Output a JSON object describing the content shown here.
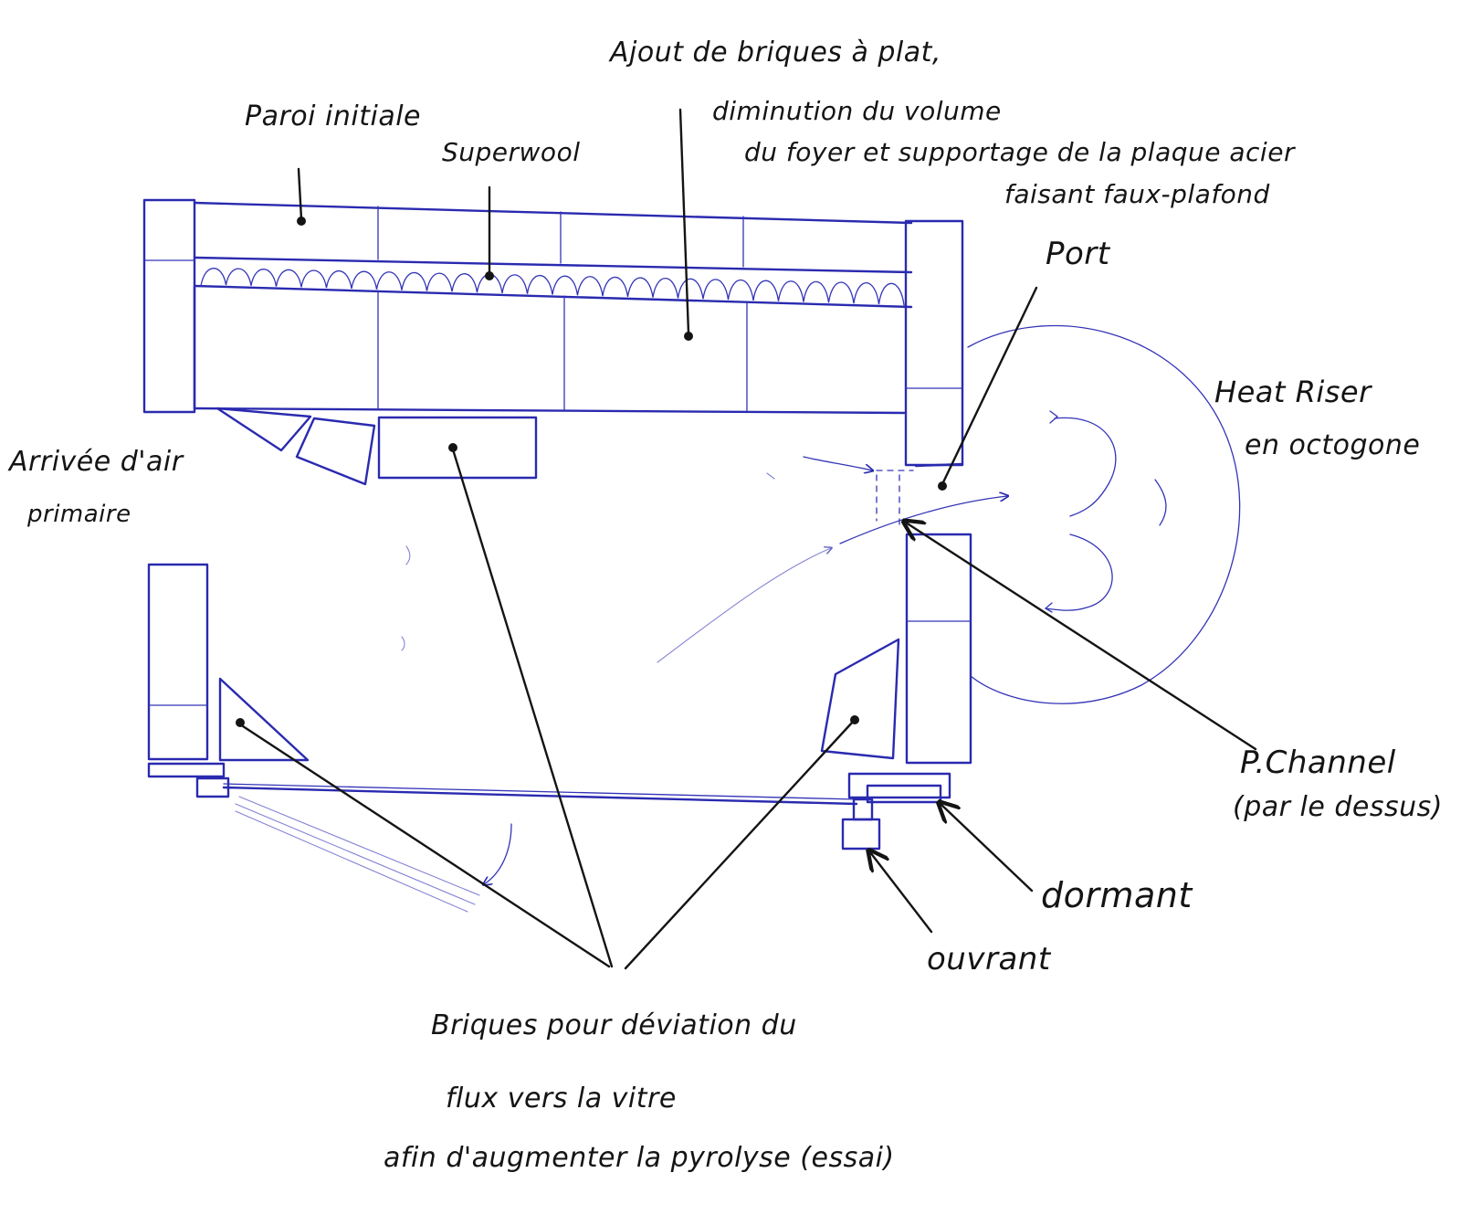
{
  "labels": {
    "paroi_initiale": "Paroi initiale",
    "superwool": "Superwool",
    "ajout_l1": "Ajout de briques à plat,",
    "ajout_l2": "diminution du volume",
    "ajout_l3": "du foyer et supportage de la plaque acier",
    "ajout_l4": "faisant faux-plafond",
    "port": "Port",
    "heat_riser_l1": "Heat Riser",
    "heat_riser_l2": "en octogone",
    "arrivee_l1": "Arrivée d'air",
    "arrivee_l2": "primaire",
    "p_channel_l1": "P.Channel",
    "p_channel_l2": "(par le dessus)",
    "dormant": "dormant",
    "ouvrant": "ouvrant",
    "briques_l1": "Briques pour déviation du",
    "briques_l2": "flux vers la vitre",
    "briques_l3": "afin d'augmenter la pyrolyse (essai)"
  },
  "colors": {
    "sketch_ink": "#2a2ab0",
    "label_ink": "#141414",
    "paper": "#ffffff"
  }
}
